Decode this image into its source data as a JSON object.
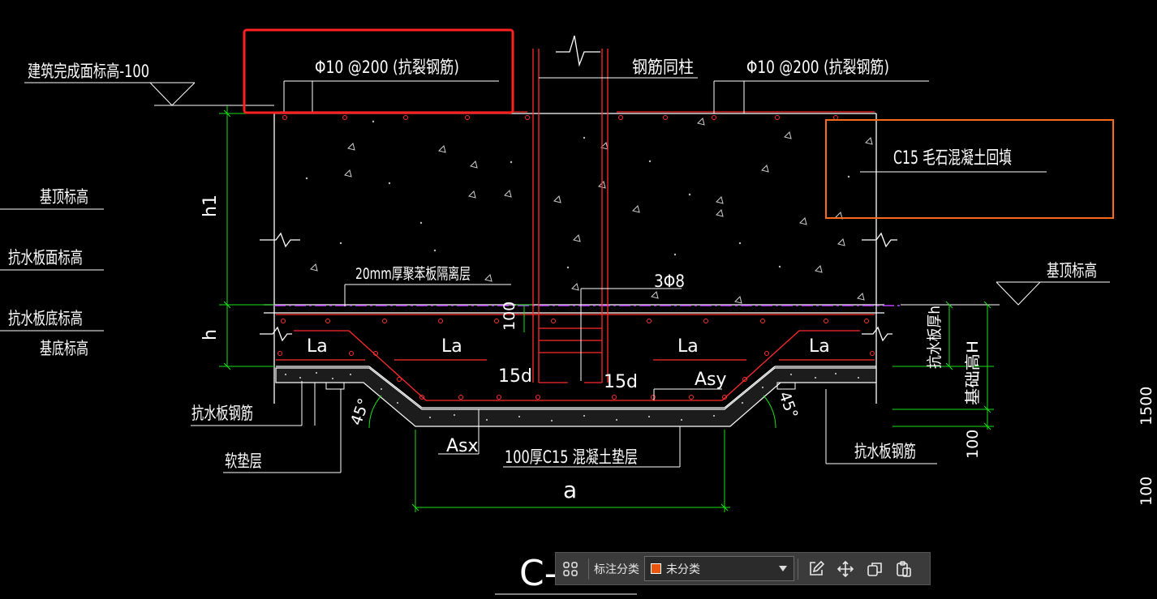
{
  "colors": {
    "background": "#000000",
    "rebar": "#ff2a2a",
    "dimension": "#19e019",
    "text": "#ffffff",
    "highlight_red": "#ff2020",
    "highlight_orange": "#ff6a1a",
    "membrane": "#c040ff"
  },
  "labels": {
    "finish_elevation": "建筑完成面标高-100",
    "top_rebar_left": "Φ10 @200 (抗裂钢筋)",
    "top_rebar_right": "Φ10 @200 (抗裂钢筋)",
    "column_rebar": "钢筋同柱",
    "backfill": "C15 毛石混凝土回填",
    "base_top_left": "基顶标高",
    "slab_top": "抗水板面标高",
    "slab_bottom": "抗水板底标高",
    "base_bottom": "基底标高",
    "base_top_right": "基顶标高",
    "foam_layer": "20mm厚聚苯板隔离层",
    "stirrup": "3Φ8",
    "la_1": "La",
    "la_2": "La",
    "la_3": "La",
    "la_4": "La",
    "anchor_1": "15d",
    "anchor_2": "15d",
    "asy": "Asy",
    "asx": "Asx",
    "angle_left": "45°",
    "angle_right": "45°",
    "slab_rebar_left": "抗水板钢筋",
    "slab_rebar_right": "抗水板钢筋",
    "soft_pad": "软垫层",
    "cushion": "100厚C15 混凝土垫层",
    "dim_a": "a",
    "dim_h1": "h1",
    "dim_h": "h",
    "dim_100_a": "100",
    "dim_100_b": "100",
    "dim_100_c": "100",
    "dim_1500": "1500",
    "slab_thickness": "抗水板厚h",
    "base_height": "基础高H",
    "section_mark": "C-"
  },
  "toolbar": {
    "grid_icon": "grid-icon",
    "label": "标注分类",
    "category_value": "未分类",
    "category_color": "#e8550e",
    "edit_icon": "edit-icon",
    "move_icon": "move-icon",
    "copy_icon": "copy-icon",
    "paste_icon": "paste-icon"
  }
}
